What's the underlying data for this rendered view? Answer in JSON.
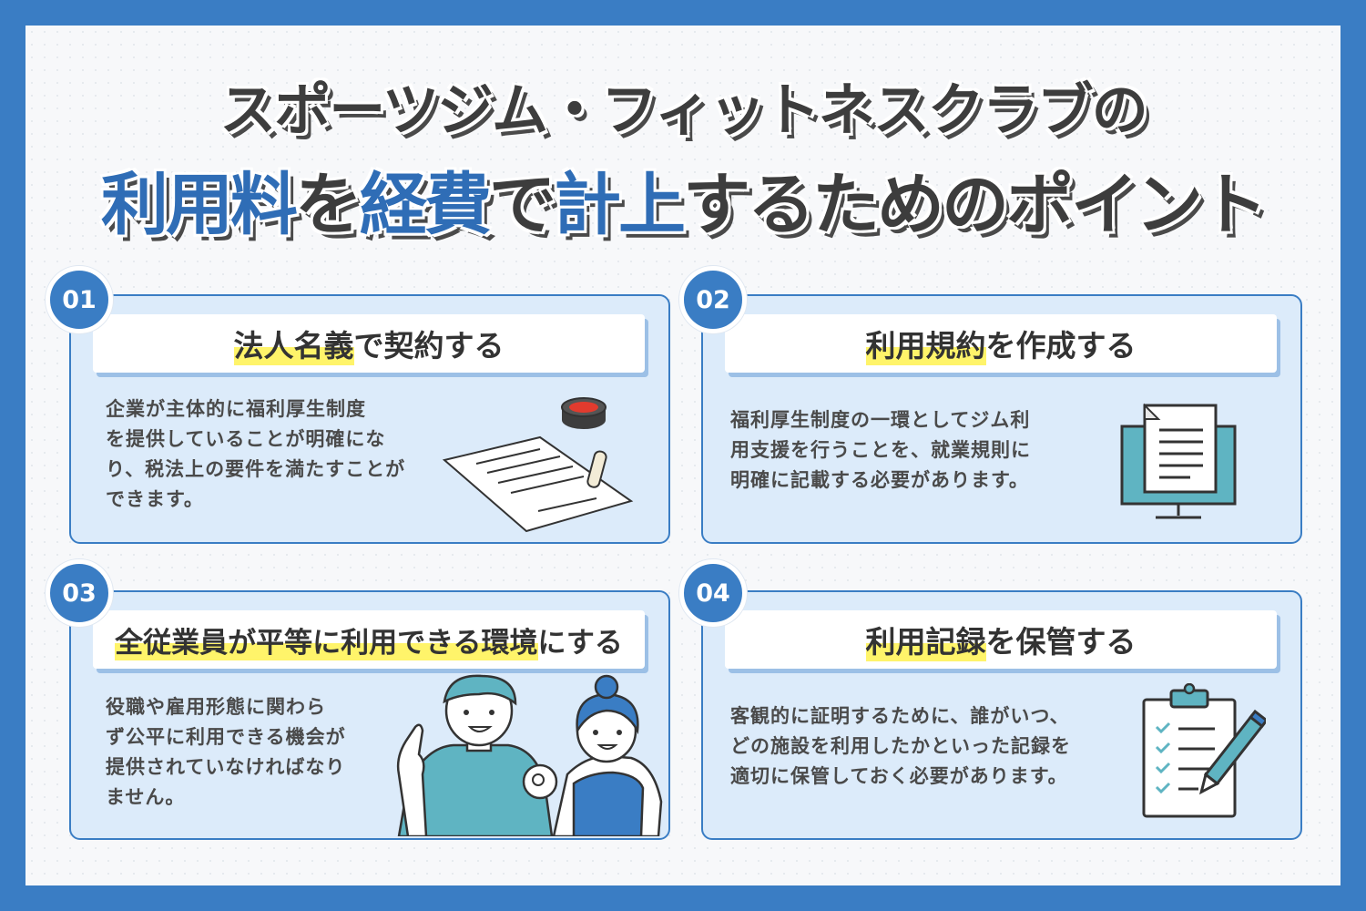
{
  "title": {
    "line1": "スポーツジム・フィットネスクラブの",
    "line2": {
      "w1": "利用料",
      "w2": "を",
      "w3": "経費",
      "w4": "で",
      "w5": "計上",
      "w6": "するためのポイント"
    }
  },
  "cards": [
    {
      "number": "01",
      "heading_mark": "法人名義",
      "heading_rest": "で契約する",
      "description": "企業が主体的に福利厚生制度\nを提供していることが明確にな\nり、税法上の要件を満たすことが\nできます。",
      "icon": "contract-stamp-icon"
    },
    {
      "number": "02",
      "heading_mark": "利用規約",
      "heading_rest": "を作成する",
      "description": "福利厚生制度の一環としてジム利\n用支援を行うことを、就業規則に\n明確に記載する必要があります。",
      "icon": "monitor-document-icon"
    },
    {
      "number": "03",
      "heading_mark": "全従業員が平等に利用できる環境",
      "heading_rest": "にする",
      "description": "役職や雇用形態に関わら\nず公平に利用できる機会が\n提供されていなければなり\nません。",
      "icon": "people-illustration"
    },
    {
      "number": "04",
      "heading_mark": "利用記録",
      "heading_rest": "を保管する",
      "description": "客観的に証明するために、誰がいつ、\nどの施設を利用したかといった記録を\n適切に保管しておく必要があります。",
      "icon": "clipboard-checklist-icon"
    }
  ],
  "colors": {
    "accent": "#3a7dc4",
    "card_bg": "#dcebfa",
    "highlight": "#fff46a",
    "text": "#3d3d3d"
  }
}
